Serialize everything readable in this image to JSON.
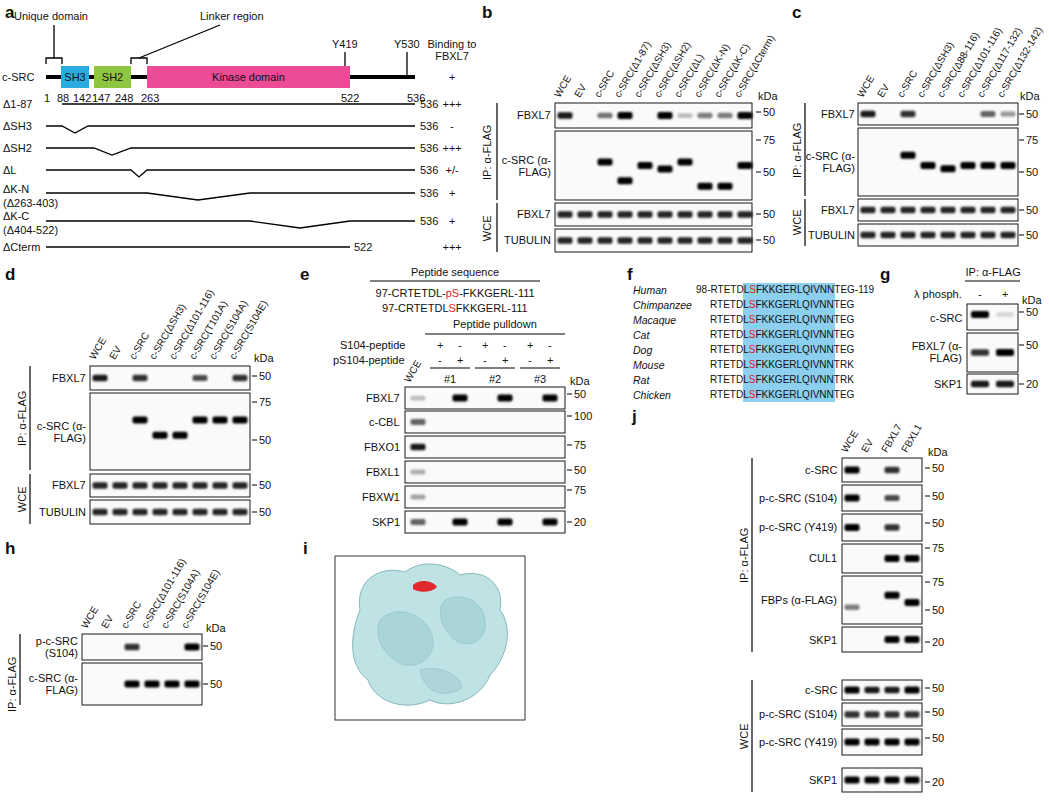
{
  "diagram": {
    "nodes": [
      {
        "text": [
          "SH3"
        ]
      },
      {
        "text": [
          "SH2"
        ]
      },
      {
        "text": [
          "Kinase domain"
        ]
      }
    ],
    "labels": [
      "a",
      "Unique domain",
      "Linker region",
      "Y419",
      "Y530",
      "Binding to FBXL7",
      "c-SRC",
      "1",
      "88",
      "142",
      "147",
      "248",
      "263",
      "522",
      "536",
      "+",
      "Δ1-87",
      "536",
      "+++",
      "ΔSH3",
      "536",
      "-",
      "ΔSH2",
      "536",
      "+++",
      "ΔL",
      "536",
      "+/-",
      "ΔK-N",
      "(Δ263-403)",
      "536",
      "+",
      "ΔK-C",
      "(Δ404-522)",
      "536",
      "+",
      "ΔCterm",
      "522",
      "+++",
      "b",
      "WCE",
      "EV",
      "c-SRC",
      "c-SRC(Δ1-87)",
      "c-SRC(ΔSH3)",
      "c-SRC(ΔSH2)",
      "c-SRC(ΔL)",
      "c-SRC(ΔK-N)",
      "c-SRC(ΔK-C)",
      "c-SRC(ΔCterm)",
      "kDa",
      "IP: α-FLAG",
      "WCE",
      "FBXL7",
      "c-SRC (α-FLAG)",
      "FBXL7",
      "TUBULIN",
      "50",
      "75",
      "50",
      "50",
      "50",
      "c",
      "WCE",
      "EV",
      "c-SRC",
      "c-SRC(ΔSH3)",
      "c-SRC(Δ88-116)",
      "c-SRC(Δ101-116)",
      "c-SRC(Δ117-132)",
      "c-SRC(Δ132-142)",
      "kDa",
      "IP: α-FLAG",
      "WCE",
      "FBXL7",
      "c-SRC (α-FLAG)",
      "FBXL7",
      "TUBULIN",
      "50",
      "75",
      "50",
      "50",
      "50",
      "d",
      "WCE",
      "EV",
      "c-SRC",
      "c-SRC(ΔSH3)",
      "c-SRC(Δ101-116)",
      "c-SRC(T101A)",
      "c-SRC(S104A)",
      "c-SRC(S104E)",
      "kDa",
      "IP: α-FLAG",
      "WCE",
      "FBXL7",
      "c-SRC (α-FLAG)",
      "FBXL7",
      "TUBULIN",
      "50",
      "75",
      "50",
      "50",
      "50",
      "e",
      "Peptide sequence",
      "97-CRTETDL-pS-FKKGERL-111",
      "97-CRTETDLSFKKGERL-111",
      "Peptide pulldown",
      "S104-peptide",
      "pS104-peptide",
      "+",
      "-",
      "+",
      "-",
      "+",
      "-",
      "-",
      "+",
      "-",
      "+",
      "-",
      "+",
      "WCE",
      "#1",
      "#2",
      "#3",
      "kDa",
      "FBXL7",
      "c-CBL",
      "FBXO1",
      "FBXL1",
      "FBXW1",
      "SKP1",
      "50",
      "100",
      "75",
      "50",
      "75",
      "20",
      "f",
      "Human",
      "Chimpanzee",
      "Macaque",
      "Cat",
      "Dog",
      "Mouse",
      "Rat",
      "Chicken",
      "98-RTETDLSFKKGERLQIVNNTEG-119",
      "RTETDLSFKKGERLQIVNNTEG",
      "RTETDLSFKKGERLQIVNNTEG",
      "RTETDLSFKKGERLQIVNNTEG",
      "RTETDLSFKKGERLQIVNNTEG",
      "RTETDLSFKKGERLQIVNNTRK",
      "RTETDLSFKKGERLQIVNNTRK",
      "RTETDLSFKKGERLQIVNNTEG",
      "g",
      "IP: α-FLAG",
      "λ phosph.",
      "-",
      "+",
      "kDa",
      "c-SRC",
      "FBXL7 (α-FLAG)",
      "SKP1",
      "50",
      "50",
      "20",
      "h",
      "WCE",
      "EV",
      "c-SRC",
      "c-SRC(Δ101-116)",
      "c-SRC(S104A)",
      "c-SRC(S104E)",
      "kDa",
      "IP: α-FLAG",
      "p-c-SRC (S104)",
      "c-SRC (α-FLAG)",
      "50",
      "50",
      "i",
      "j",
      "WCE",
      "EV",
      "FBXL7",
      "FBXL1",
      "kDa",
      "IP: α-FLAG",
      "WCE",
      "c-SRC",
      "p-c-SRC (S104)",
      "p-c-SRC (Y419)",
      "CUL1",
      "FBPs (α-FLAG)",
      "SKP1",
      "c-SRC",
      "p-c-SRC (S104)",
      "p-c-SRC (Y419)",
      "SKP1",
      "50",
      "50",
      "50",
      "75",
      "75",
      "50",
      "20",
      "50",
      "50",
      "50",
      "20"
    ]
  }
}
